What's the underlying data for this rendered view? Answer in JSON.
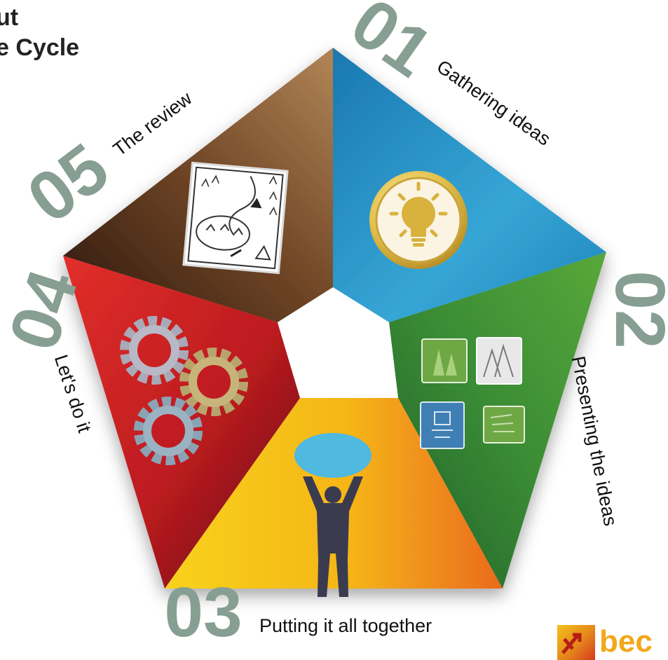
{
  "title": {
    "line1": "ut",
    "line2": "e Cycle"
  },
  "steps": [
    {
      "number": "01",
      "label": "Gathering ideas",
      "color": "#2a93c6",
      "icon": "lightbulb-icon"
    },
    {
      "number": "02",
      "label": "Presenting the ideas",
      "color": "#3c8f38",
      "icon": "forest-drawings-icon"
    },
    {
      "number": "03",
      "label": "Putting it all together",
      "color": "#f5a419",
      "icon": "person-holding-cloud-icon"
    },
    {
      "number": "04",
      "label": "Let's do it",
      "color": "#c01a1f",
      "icon": "gears-icon"
    },
    {
      "number": "05",
      "label": "The review",
      "color": "#7a4f2c",
      "icon": "map-sketch-icon"
    }
  ],
  "logo": {
    "word": "bec",
    "color": "#f2a81b"
  }
}
